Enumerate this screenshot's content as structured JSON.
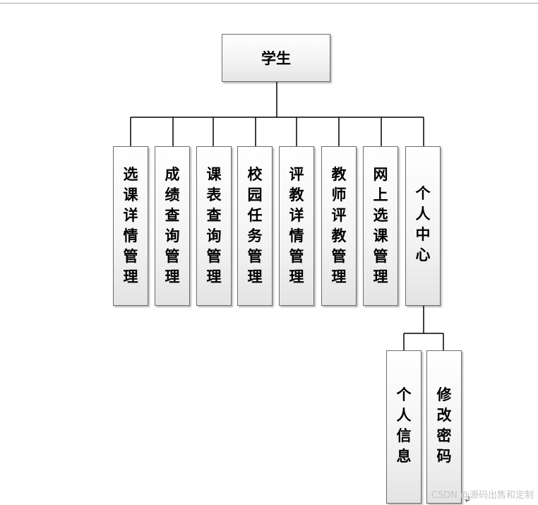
{
  "diagram": {
    "root": "学生",
    "children": [
      {
        "label": "选课详情管理"
      },
      {
        "label": "成绩查询管理"
      },
      {
        "label": "课表查询管理"
      },
      {
        "label": "校园任务管理"
      },
      {
        "label": "评教详情管理"
      },
      {
        "label": "教师评教管理"
      },
      {
        "label": "网上选课管理"
      },
      {
        "label": "个人中心",
        "children": [
          {
            "label": "个人信息"
          },
          {
            "label": "修改密码"
          }
        ]
      }
    ]
  },
  "watermark": "CSDN @源码出售和定制",
  "return_mark": "↲"
}
